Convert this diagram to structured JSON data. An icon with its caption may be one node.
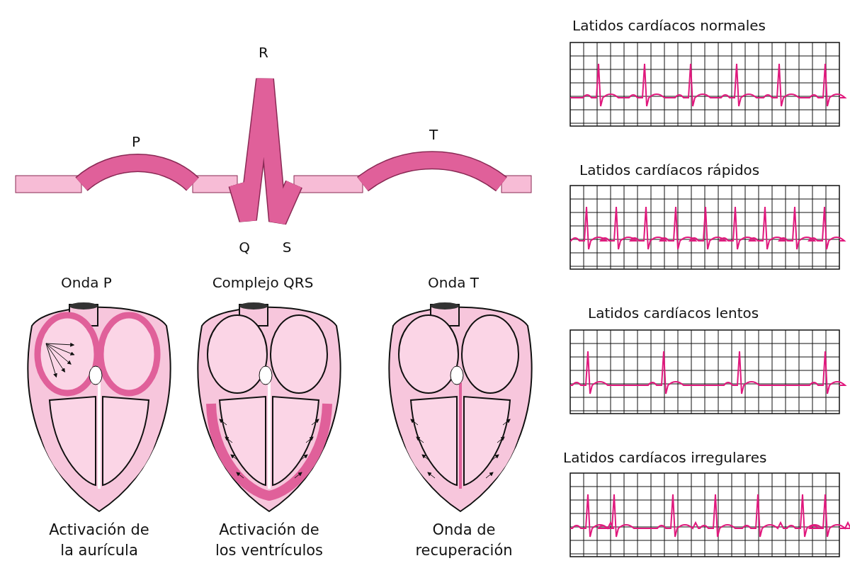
{
  "diagram": {
    "labels": [
      "Latidos cardíacos normales",
      "R",
      "P",
      "T",
      "Latidos cardíacos rápidos",
      "Q",
      "S",
      "Onda P",
      "Complejo QRS",
      "Onda T",
      "Latidos cardíacos lentos",
      "Latidos cardíacos irregulares",
      "Activación de la aurícula",
      "Activación de los ventrículos",
      "Onda de recuperación"
    ]
  }
}
